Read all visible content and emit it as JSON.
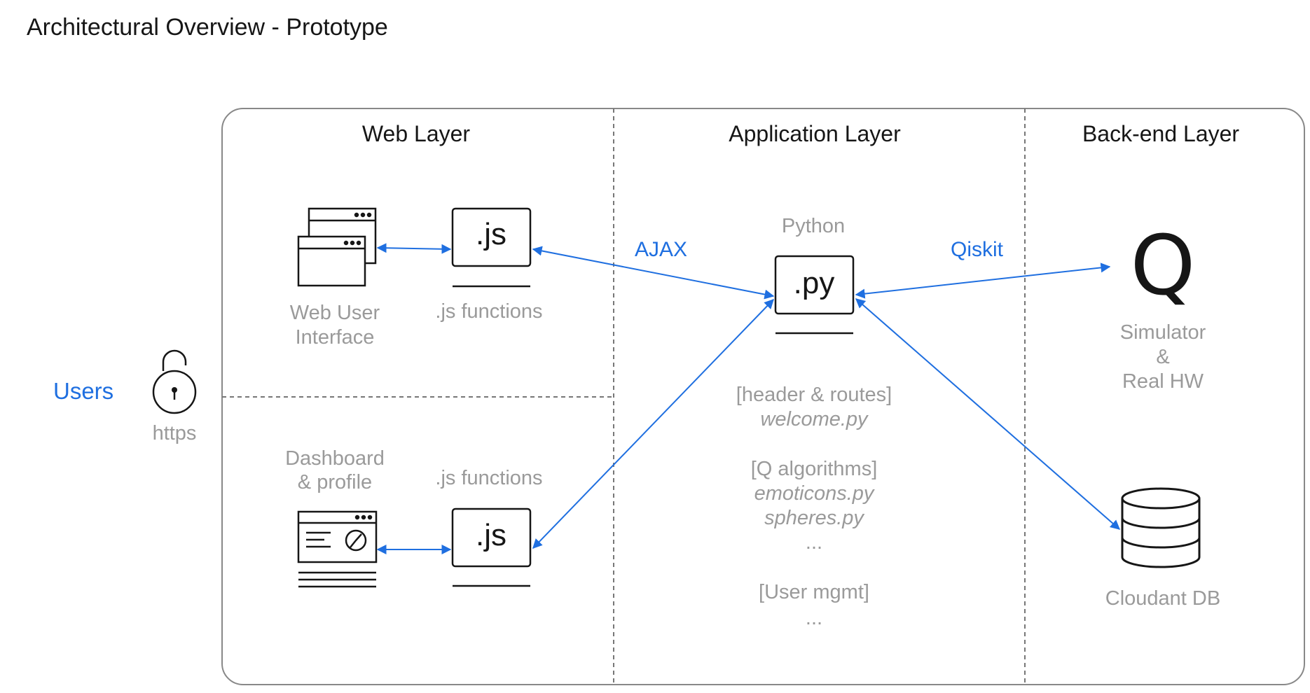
{
  "title": "Architectural Overview - Prototype",
  "layers": {
    "web": "Web Layer",
    "application": "Application Layer",
    "backend": "Back-end Layer"
  },
  "users": {
    "label": "Users",
    "lock_icon": "lock-open-icon",
    "protocol": "https"
  },
  "web_layer": {
    "top": {
      "ui_icon": "browser-windows-icon",
      "ui_label_line1": "Web User",
      "ui_label_line2": "Interface",
      "js_box": ".js",
      "js_label": ".js functions"
    },
    "bottom": {
      "ui_icon": "dashboard-icon",
      "ui_label_line1": "Dashboard",
      "ui_label_line2": "& profile",
      "js_box": ".js",
      "js_label": ".js functions"
    }
  },
  "app_layer": {
    "python_label": "Python",
    "py_box": ".py",
    "files": {
      "header_routes": "[header & routes]",
      "welcome": "welcome.py",
      "q_algorithms": "[Q algorithms]",
      "emoticons": "emoticons.py",
      "spheres": "spheres.py",
      "ellipsis1": "...",
      "user_mgmt": "[User mgmt]",
      "ellipsis2": "..."
    }
  },
  "connections": {
    "ajax": "AJAX",
    "qiskit": "Qiskit"
  },
  "backend_layer": {
    "q_symbol": "Q",
    "simulator_line1": "Simulator",
    "simulator_line2": "&",
    "simulator_line3": "Real HW",
    "db_icon": "database-icon",
    "db_label": "Cloudant DB"
  },
  "colors": {
    "arrow": "#1f6fe0",
    "muted_text": "#9a9a9a",
    "frame": "#888888"
  }
}
